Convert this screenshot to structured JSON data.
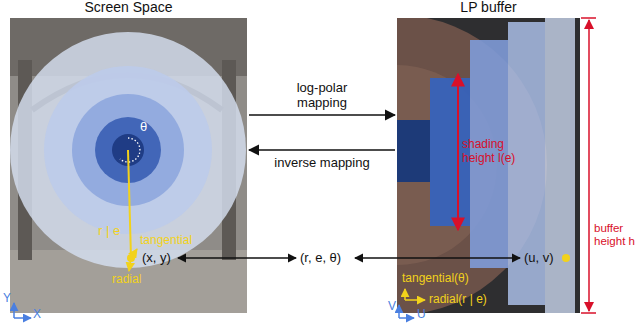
{
  "diagram": {
    "nodes": [
      {
        "text": [
          "Screen Space"
        ]
      },
      {
        "text": [
          "LP buffer"
        ]
      }
    ],
    "edges": [
      {
        "from": 0,
        "to": 1,
        "label": "log-polar mapping",
        "arrow": "to"
      },
      {
        "from": 1,
        "to": 0,
        "label": "inverse mapping",
        "arrow": "to"
      }
    ],
    "labels": [
      "θ",
      "r | e",
      "tangential",
      "radial",
      "(x, y)",
      "Y",
      "X",
      "(r, e, θ)",
      "shading height l(e)",
      "buffer height h",
      "(u, v)",
      "V",
      "U",
      "tangential(θ)",
      "radial(r | e)"
    ]
  }
}
